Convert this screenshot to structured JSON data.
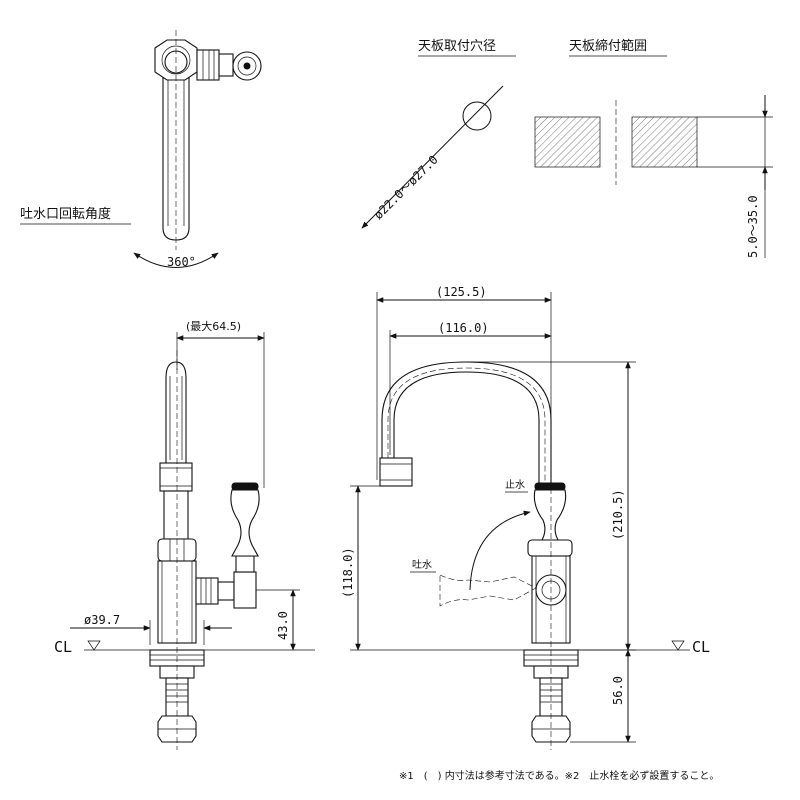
{
  "top_left": {
    "rotation_label": "吐水口回転角度",
    "angle": "360°"
  },
  "top_right": {
    "hole_title": "天板取付穴径",
    "hole_dim": "ø22.0～ø27.0",
    "clamp_title": "天板締付範囲",
    "clamp_dim": "5.0～35.0"
  },
  "side_view": {
    "max_reach": "(最大64.5)",
    "base_dia": "ø39.7",
    "height": "43.0",
    "cl": "CL"
  },
  "front_view": {
    "reach_outer": "(125.5)",
    "reach_inner": "(116.0)",
    "total_height": "(210.5)",
    "spout_height": "(118.0)",
    "below_cl": "56.0",
    "stop_label": "止水",
    "discharge_label": "吐水",
    "cl": "CL"
  },
  "footnote": "※1　(　) 内寸法は参考寸法である。※2　止水栓を必ず設置すること。"
}
